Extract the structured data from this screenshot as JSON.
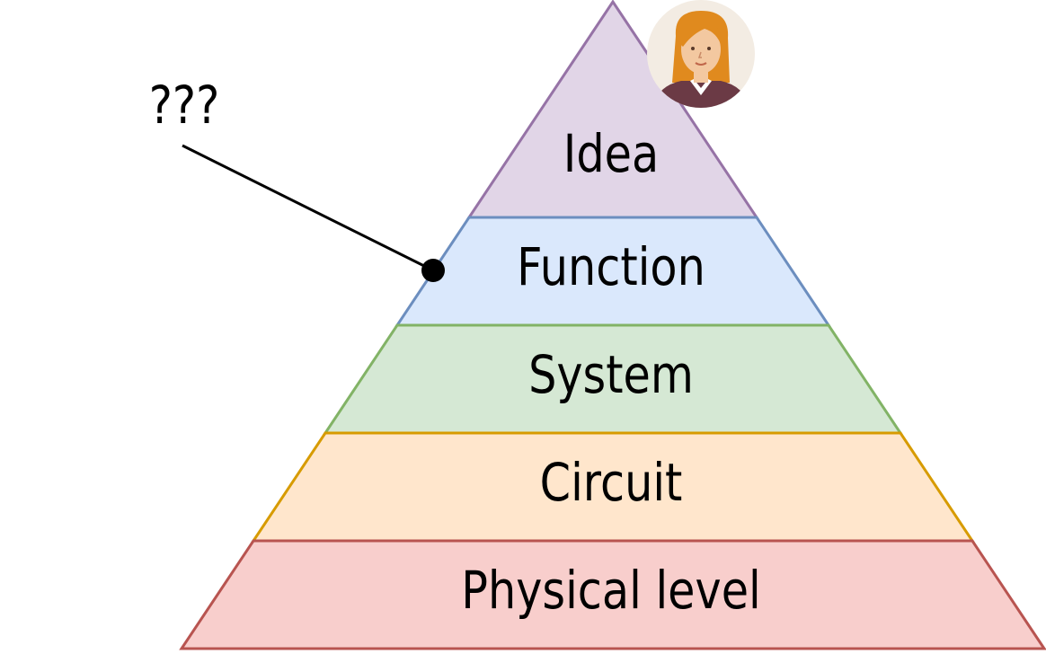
{
  "pyramid": {
    "levels": [
      {
        "label": "Idea",
        "fill": "#e1d5e7",
        "stroke": "#9673a6"
      },
      {
        "label": "Function",
        "fill": "#dae8fc",
        "stroke": "#6c8ebf"
      },
      {
        "label": "System",
        "fill": "#d5e8d4",
        "stroke": "#82b366"
      },
      {
        "label": "Circuit",
        "fill": "#ffe6cc",
        "stroke": "#d79b00"
      },
      {
        "label": "Physical level",
        "fill": "#f8cecc",
        "stroke": "#b85450"
      }
    ]
  },
  "callout": {
    "text": "???"
  },
  "avatar": {
    "icon": "woman-avatar-icon",
    "hair_color": "#e08a1e",
    "skin_color": "#f3c8a0",
    "background_color": "#f3ece3"
  }
}
